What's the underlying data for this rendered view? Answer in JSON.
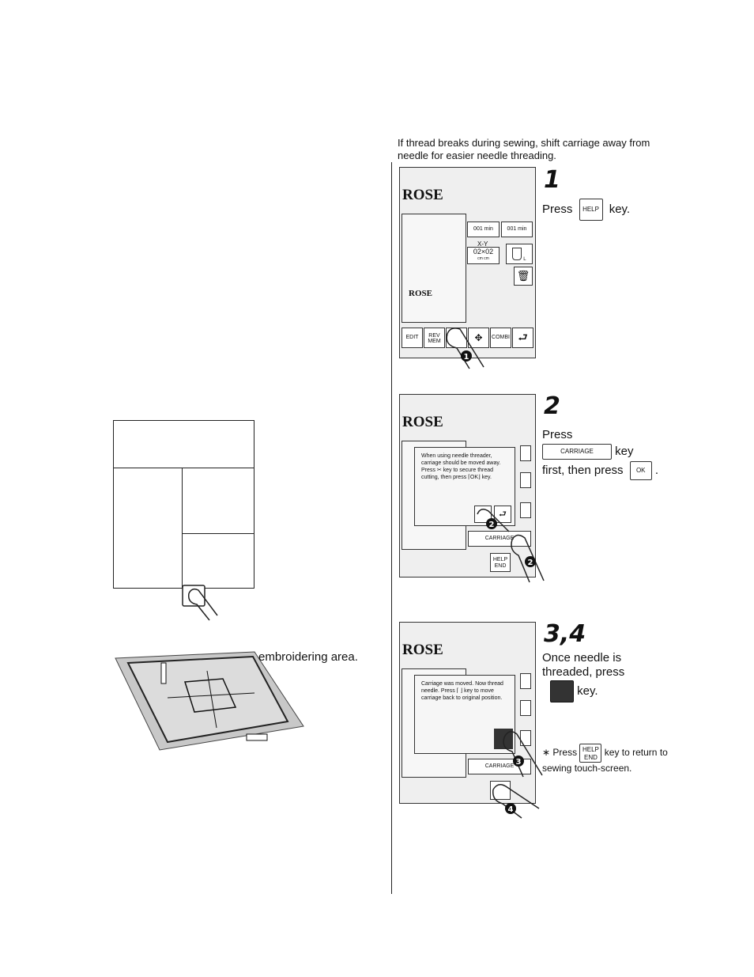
{
  "intro_text": "If thread breaks during sewing, shift carriage away from needle for easier needle threading.",
  "left": {
    "embroidering_text": "embroidering area."
  },
  "step1": {
    "number": "1",
    "press": "Press",
    "key": "HELP",
    "suffix": "key.",
    "screen": {
      "title": "ROSE",
      "pattern_name": "ROSE",
      "time1": "001 min",
      "time2": "001 min",
      "xy_label": "X-Y",
      "size": "02×02",
      "unit": "cm   cm",
      "size_letter": "L",
      "bottom_buttons": [
        "EDIT",
        "REV MEM",
        "",
        "",
        "COMBI",
        ""
      ],
      "callout": "1"
    }
  },
  "step2": {
    "number": "2",
    "press": "Press",
    "carriage_key": "CARRIAGE",
    "key_word": "key",
    "then_text": "first, then press",
    "ok_key": "OK",
    "period": ".",
    "screen": {
      "title": "ROSE",
      "message": "When using needle threader, carriage should be moved away. Press ✂ key to secure thread cutting, then press ⌈OK⌋ key.",
      "carriage_button": "CARRIAGE",
      "help_end": "HELP END",
      "callout": "2"
    }
  },
  "step34": {
    "number": "3,4",
    "line1": "Once needle is",
    "line2": "threaded, press",
    "suffix": "key.",
    "screen": {
      "title": "ROSE",
      "message": "Carriage was moved. Now thread needle. Press ⌈ ⌋ key to move carriage back to original position.",
      "carriage_button": "CARRIAGE",
      "callout3": "3",
      "callout4": "4"
    },
    "note_star": "∗",
    "note_press": "Press",
    "note_key": "HELP END",
    "note_rest": "key to return to sewing touch-screen."
  }
}
